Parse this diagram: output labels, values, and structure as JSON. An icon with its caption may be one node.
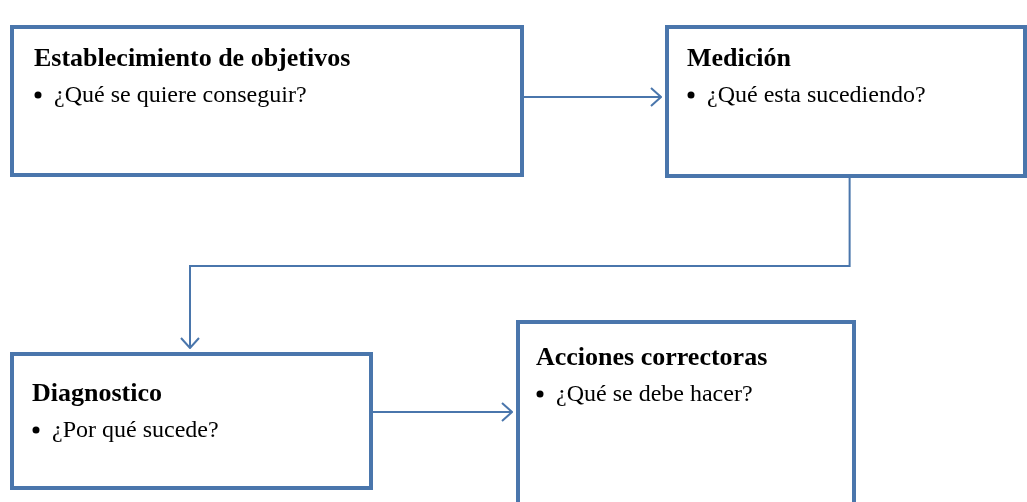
{
  "diagram": {
    "nodes": [
      {
        "text": [
          "Establecimiento de objetivos",
          "¿Qué se quiere conseguir?"
        ]
      },
      {
        "text": [
          "Medición",
          "¿Qué esta sucediendo?"
        ]
      },
      {
        "text": [
          "Diagnostico",
          "¿Por qué sucede?"
        ]
      },
      {
        "text": [
          "Acciones correctoras",
          "¿Qué se debe hacer?"
        ]
      }
    ],
    "edges": [
      {
        "from": 0,
        "to": 1,
        "arrow": "to"
      },
      {
        "from": 1,
        "to": 2,
        "arrow": "to"
      },
      {
        "from": 2,
        "to": 3,
        "arrow": "to"
      }
    ]
  }
}
